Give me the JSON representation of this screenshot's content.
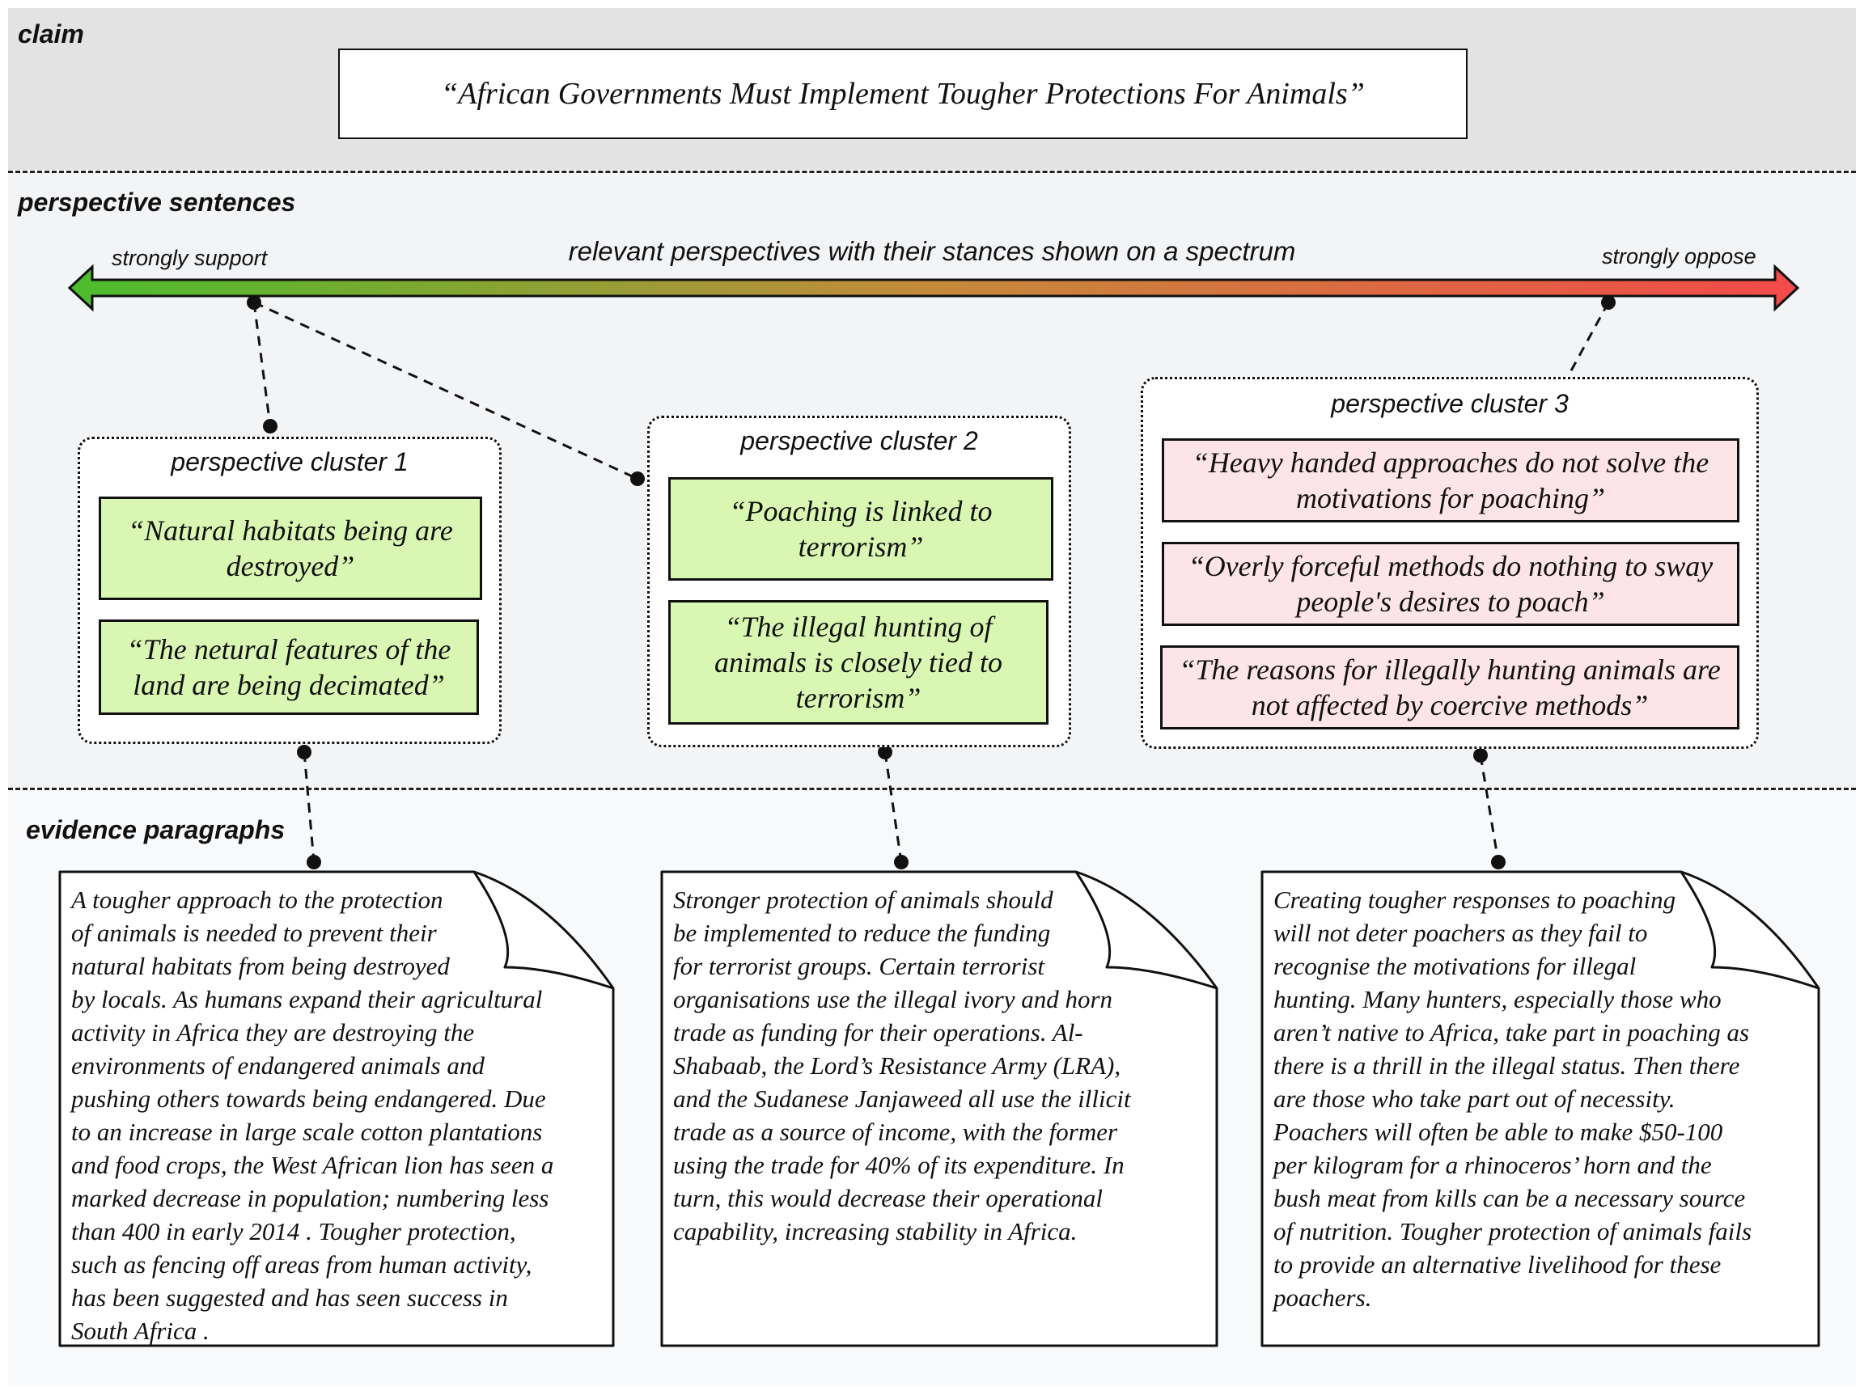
{
  "sections": {
    "claim_label": "claim",
    "perspectives_label": "perspective sentences",
    "evidence_label": "evidence paragraphs"
  },
  "claim": {
    "text": "“African Governments Must Implement Tougher Protections For Animals”"
  },
  "spectrum": {
    "title": "relevant perspectives with their stances shown on a spectrum",
    "left_label": "strongly support",
    "right_label": "strongly oppose",
    "gradient_start": "#4bbd2c",
    "gradient_mid": "#c58a3a",
    "gradient_end": "#f24a4a"
  },
  "clusters": [
    {
      "title": "perspective cluster 1",
      "sentences": [
        "“Natural habitats being are destroyed”",
        "“The netural features of the land are being decimated”"
      ]
    },
    {
      "title": "perspective cluster 2",
      "sentences": [
        "“Poaching is linked to terrorism”",
        "“The illegal hunting of animals is closely tied to terrorism”"
      ]
    },
    {
      "title": "perspective cluster 3",
      "sentences": [
        "“Heavy handed approaches do not solve the motivations for poaching”",
        "“Overly forceful methods do nothing to sway people's desires to poach”",
        "“The reasons for illegally hunting animals are not affected by coercive methods”"
      ]
    }
  ],
  "evidence": [
    "A tougher approach to the protection\nof animals is needed to prevent their\nnatural habitats from being destroyed\nby locals. As humans expand their agricultural\nactivity in Africa they are destroying the\nenvironments of endangered animals and\npushing others towards being endangered. Due\nto an increase in large scale cotton plantations\nand food crops, the West African lion has seen a\nmarked decrease in population; numbering less\nthan 400 in early 2014 . Tougher protection,\nsuch as fencing off areas from human activity,\nhas been suggested and has seen success in\nSouth Africa .",
    "Stronger protection of animals should\nbe implemented to reduce the funding\nfor terrorist groups. Certain terrorist\norganisations use the illegal ivory and horn\ntrade as funding for their operations. Al-\nShabaab, the Lord’s Resistance Army (LRA),\nand the Sudanese Janjaweed all use the illicit\ntrade as a source of income, with the former\nusing the trade for 40% of its expenditure. In\nturn, this would decrease their operational\ncapability, increasing stability in Africa.",
    "Creating tougher responses to poaching\nwill not deter poachers as they fail to\nrecognise the motivations for illegal\nhunting. Many hunters, especially those who\naren’t native to Africa, take part in poaching as\nthere is a thrill in the illegal status. Then there\nare those who take part out of necessity.\nPoachers will often be able to make $50-100\nper kilogram for a rhinoceros’ horn and the\nbush meat from kills can be a necessary source\nof nutrition. Tougher protection of animals fails\nto provide an alternative livelihood for these\npoachers."
  ]
}
